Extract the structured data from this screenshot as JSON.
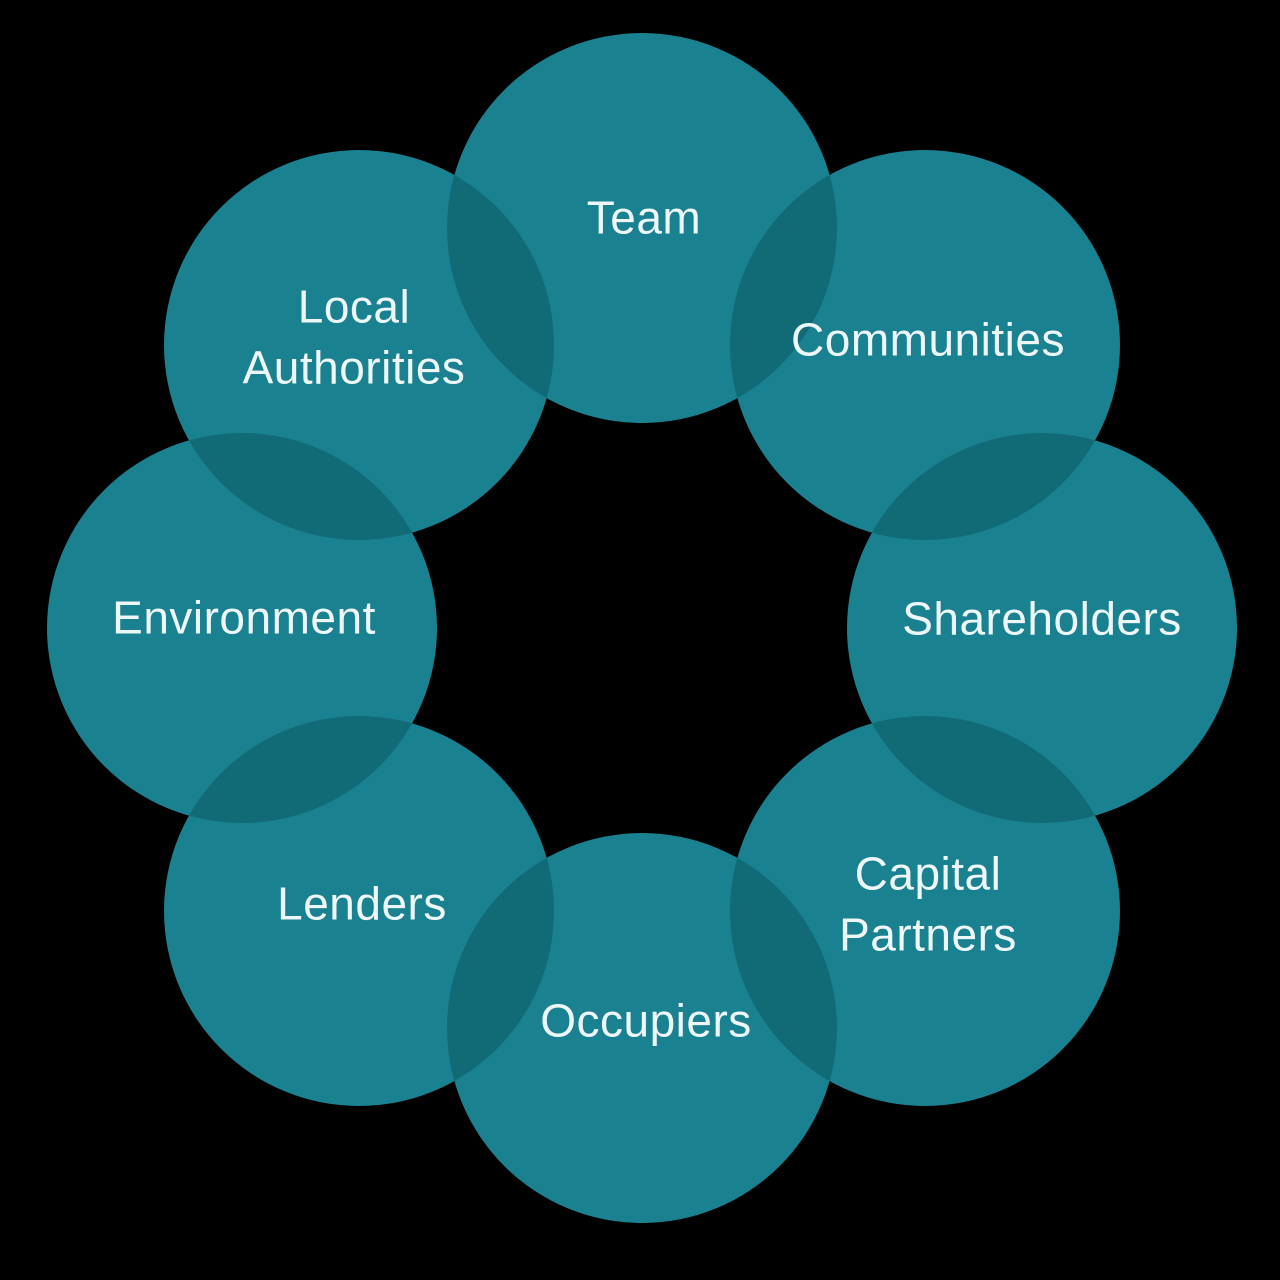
{
  "diagram": {
    "type": "overlapping-circles-ring",
    "background_color": "#000000",
    "colors": {
      "circle_fill": "#1A8191",
      "overlap_fill": "#116B76",
      "label_color": "#EEF7F8"
    },
    "circles": [
      {
        "label": "Team"
      },
      {
        "label": "Communities"
      },
      {
        "label": "Shareholders"
      },
      {
        "label": "Capital Partners"
      },
      {
        "label": "Occupiers"
      },
      {
        "label": "Lenders"
      },
      {
        "label": "Environment"
      },
      {
        "label": "Local Authorities"
      }
    ]
  }
}
